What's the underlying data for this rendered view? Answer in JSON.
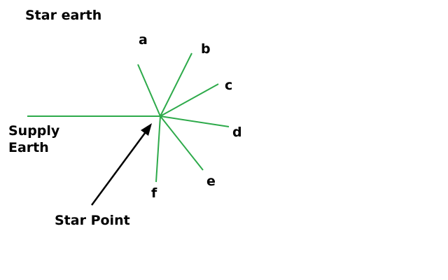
{
  "title": "Star earth",
  "supply_label_line1": "Supply",
  "supply_label_line2": "Earth",
  "star_point_label": "Star Point",
  "branches": [
    "a",
    "b",
    "c",
    "d",
    "e",
    "f"
  ],
  "colors": {
    "conductor": "#2daa4a",
    "arrow": "#000000",
    "text": "#000000",
    "background": "#ffffff"
  }
}
